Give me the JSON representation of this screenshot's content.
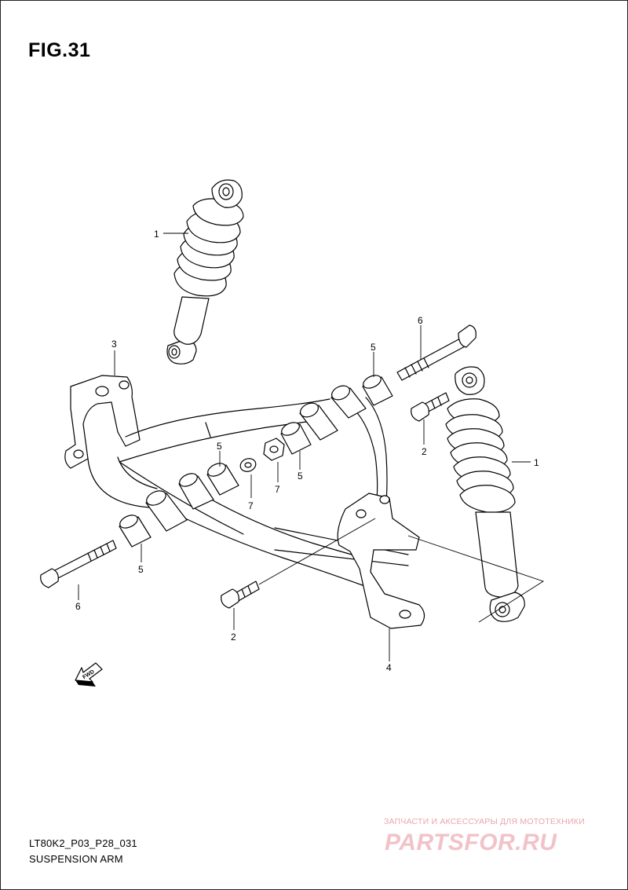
{
  "figure": {
    "title": "FIG.31",
    "model_code": "LT80K2_P03_P28_031",
    "section_name": "SUSPENSION ARM"
  },
  "callouts": {
    "shock_upper": "1",
    "shock_right": "1",
    "bolt_right_upper": "2",
    "bolt_lower_center": "2",
    "upper_bracket": "3",
    "lower_bracket": "4",
    "bushing_top": "5",
    "bushing_mid_left": "5",
    "bushing_mid_right": "5",
    "bushing_lower_left": "5",
    "long_bolt_top": "6",
    "long_bolt_left": "6",
    "washer": "7",
    "nut": "7"
  },
  "fwd_icon": {
    "label": "FWD",
    "icon": "forward-arrow-icon"
  },
  "watermark": {
    "tagline": "ЗАПЧАСТИ И АКСЕССУАРЫ ДЛЯ МОТОТЕХНИКИ",
    "logo": "PARTSFOR.RU",
    "color": "#e9a6ad"
  }
}
